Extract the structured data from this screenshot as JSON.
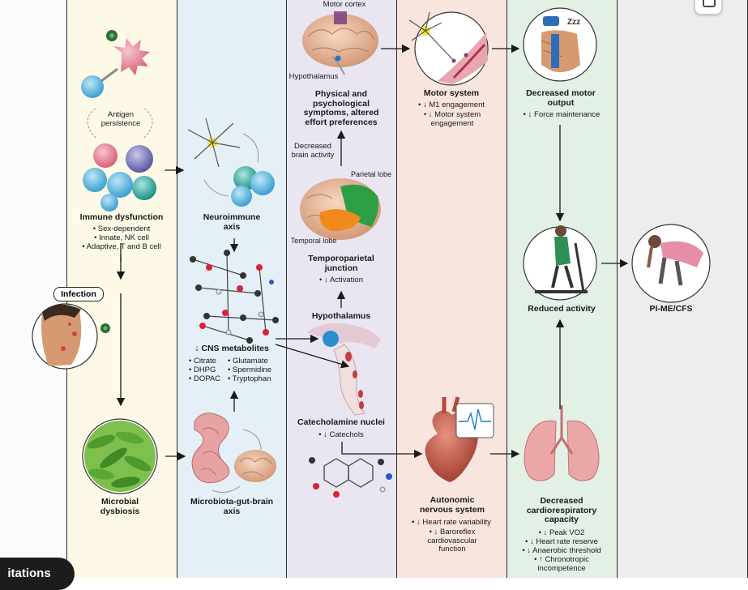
{
  "colors": {
    "immune_lane": "#fdf9e6",
    "axis_lane": "#e4eff6",
    "brain_lane": "#e9e6f1",
    "effector_lane": "#f8e5de",
    "output_lane": "#e2f0e6",
    "outcome_lane": "#ededed",
    "arrow": "#1a1a1a"
  },
  "infection": {
    "label": "Infection"
  },
  "immune": {
    "antigen_label": "Antigen persistence",
    "title": "Immune dysfunction",
    "items": [
      "• Sex-dependent",
      "• Innate, NK cell",
      "• Adaptive, T and B cell"
    ]
  },
  "microbial": {
    "title": "Microbial dysbiosis"
  },
  "neuroimmune": {
    "title": "Neuroimmune axis"
  },
  "cns": {
    "title": "↓ CNS metabolites",
    "col1": [
      "• Citrate",
      "• DHPG",
      "• DOPAC"
    ],
    "col2": [
      "• Glutamate",
      "• Spermidine",
      "• Tryptophan"
    ]
  },
  "mgb": {
    "title": "Microbiota-gut-brain axis"
  },
  "brain": {
    "motor_cortex": "Motor cortex",
    "hypothalamus_small": "Hypothalamus",
    "physical_title": "Physical and psychological symptoms, altered effort preferences",
    "decreased_brain": "Decreased brain activity",
    "parietal": "Parietal lobe",
    "temporal": "Temporal lobe",
    "tpj_title": "Temporoparietal junction",
    "tpj_item": "• ↓ Activation",
    "hypothalamus_title": "Hypothalamus",
    "catechol_title": "Catecholamine nuclei",
    "catechol_item": "• ↓ Catechols"
  },
  "motor": {
    "title": "Motor system",
    "items": [
      "• ↓ M1 engagement",
      "• ↓ Motor system engagement"
    ]
  },
  "ans": {
    "title": "Autonomic nervous system",
    "items": [
      "• ↓ Heart rate variability",
      "• ↓ Baroreflex cardiovascular function"
    ]
  },
  "output": {
    "motor_title": "Decreased motor output",
    "motor_item": "• ↓ Force maintenance",
    "activity_title": "Reduced activity",
    "cardio_title": "Decreased cardiorespiratory capacity",
    "cardio_items": [
      "• ↓ Peak VO2",
      "• ↓ Heart rate reserve",
      "• ↓ Anaerobic threshold",
      "• ↑ Chronotropic incompetence"
    ]
  },
  "outcome": {
    "title": "PI-ME/CFS"
  },
  "overlay": {
    "pill": "itations"
  },
  "icons": {
    "hand_zzz": "Zzz",
    "corner": "expand-icon"
  }
}
